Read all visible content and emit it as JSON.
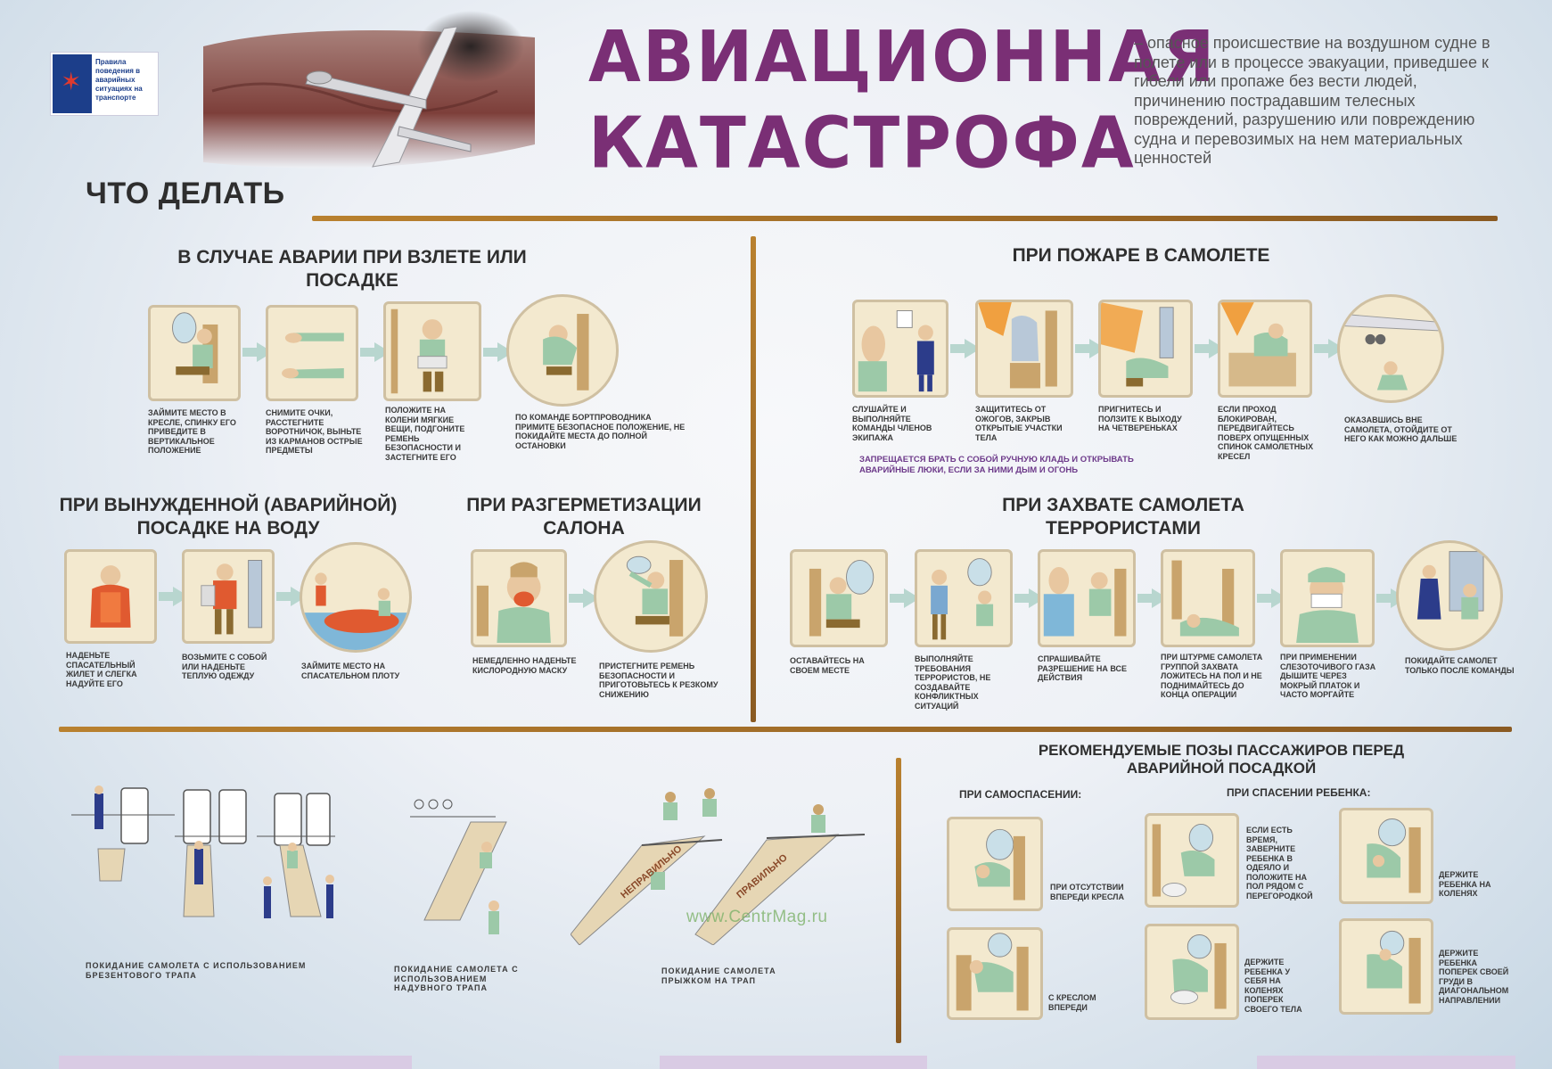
{
  "header": {
    "logo_text": "Правила поведения в аварийных ситуациях на транспорте",
    "title_line1": "АВИАЦИОННАЯ",
    "title_line2": "КАТАСТРОФА",
    "definition": "– опасное происшествие на воздушном судне в полете или в процессе эвакуации, приведшее к гибели или пропаже без вести людей, причинению пострадавшим телесных повреждений, разрушению или повреждению судна и перевозимых на нем материальных ценностей",
    "what_to_do": "ЧТО ДЕЛАТЬ"
  },
  "takeoff_landing": {
    "title": "В СЛУЧАЕ АВАРИИ ПРИ ВЗЛЕТЕ ИЛИ ПОСАДКЕ",
    "steps": [
      "ЗАЙМИТЕ МЕСТО В КРЕСЛЕ, СПИНКУ ЕГО ПРИВЕДИТЕ В ВЕРТИКАЛЬНОЕ ПОЛОЖЕНИЕ",
      "СНИМИТЕ ОЧКИ, РАССТЕГНИТЕ ВОРОТНИЧОК, ВЫНЬТЕ ИЗ КАРМАНОВ ОСТРЫЕ ПРЕДМЕТЫ",
      "ПОЛОЖИТЕ НА КОЛЕНИ МЯГКИЕ ВЕЩИ, ПОДГОНИТЕ РЕМЕНЬ БЕЗОПАСНОСТИ И ЗАСТЕГНИТЕ ЕГО",
      "ПО КОМАНДЕ БОРТПРОВОДНИКА ПРИМИТЕ БЕЗОПАСНОЕ ПОЛОЖЕНИЕ, НЕ ПОКИДАЙТЕ МЕСТА ДО ПОЛНОЙ ОСТАНОВКИ"
    ]
  },
  "fire": {
    "title": "ПРИ ПОЖАРЕ В САМОЛЕТЕ",
    "steps": [
      "СЛУШАЙТЕ И ВЫПОЛНЯЙТЕ КОМАНДЫ ЧЛЕНОВ ЭКИПАЖА",
      "ЗАЩИТИТЕСЬ ОТ ОЖОГОВ, ЗАКРЫВ ОТКРЫТЫЕ УЧАСТКИ ТЕЛА",
      "ПРИГНИТЕСЬ И ПОЛЗИТЕ К ВЫХОДУ НА ЧЕТВЕРЕНЬКАХ",
      "ЕСЛИ ПРОХОД БЛОКИРОВАН, ПЕРЕДВИГАЙТЕСЬ ПОВЕРХ ОПУЩЕННЫХ СПИНОК САМОЛЕТНЫХ КРЕСЕЛ",
      "ОКАЗАВШИСЬ ВНЕ САМОЛЕТА, ОТОЙДИТЕ ОТ НЕГО КАК МОЖНО ДАЛЬШЕ"
    ],
    "warning": "ЗАПРЕЩАЕТСЯ БРАТЬ С СОБОЙ РУЧНУЮ КЛАДЬ И ОТКРЫВАТЬ АВАРИЙНЫЕ ЛЮКИ, ЕСЛИ ЗА НИМИ ДЫМ И ОГОНЬ"
  },
  "water": {
    "title": "ПРИ ВЫНУЖДЕННОЙ (АВАРИЙНОЙ) ПОСАДКЕ НА ВОДУ",
    "steps": [
      "НАДЕНЬТЕ СПАСАТЕЛЬНЫЙ ЖИЛЕТ И СЛЕГКА НАДУЙТЕ ЕГО",
      "ВОЗЬМИТЕ С СОБОЙ ИЛИ НАДЕНЬТЕ ТЕПЛУЮ ОДЕЖДУ",
      "ЗАЙМИТЕ МЕСТО НА СПАСАТЕЛЬНОМ ПЛОТУ"
    ]
  },
  "decompression": {
    "title": "ПРИ РАЗГЕРМЕТИЗАЦИИ САЛОНА",
    "steps": [
      "НЕМЕДЛЕННО НАДЕНЬТЕ КИСЛОРОДНУЮ МАСКУ",
      "ПРИСТЕГНИТЕ РЕМЕНЬ БЕЗОПАСНОСТИ И ПРИГОТОВЬТЕСЬ К РЕЗКОМУ СНИЖЕНИЮ"
    ]
  },
  "hijack": {
    "title": "ПРИ ЗАХВАТЕ САМОЛЕТА ТЕРРОРИСТАМИ",
    "steps": [
      "ОСТАВАЙТЕСЬ НА СВОЕМ МЕСТЕ",
      "ВЫПОЛНЯЙТЕ ТРЕБОВАНИЯ ТЕРРОРИСТОВ, НЕ СОЗДАВАЙТЕ КОНФЛИКТНЫХ СИТУАЦИЙ",
      "СПРАШИВАЙТЕ РАЗРЕШЕНИЕ НА ВСЕ ДЕЙСТВИЯ",
      "ПРИ ШТУРМЕ САМОЛЕТА ГРУППОЙ ЗАХВАТА ЛОЖИТЕСЬ НА ПОЛ И НЕ ПОДНИМАЙТЕСЬ ДО КОНЦА ОПЕРАЦИИ",
      "ПРИ ПРИМЕНЕНИИ СЛЕЗОТОЧИВОГО ГАЗА ДЫШИТЕ ЧЕРЕЗ МОКРЫЙ ПЛАТОК И ЧАСТО МОРГАЙТЕ",
      "ПОКИДАЙТЕ САМОЛЕТ ТОЛЬКО ПОСЛЕ КОМАНДЫ"
    ]
  },
  "evacuation": {
    "captions": [
      "ПОКИДАНИЕ САМОЛЕТА С ИСПОЛЬЗОВАНИЕМ БРЕЗЕНТОВОГО ТРАПА",
      "ПОКИДАНИЕ САМОЛЕТА С ИСПОЛЬЗОВАНИЕМ НАДУВНОГО ТРАПА",
      "ПОКИДАНИЕ САМОЛЕТА ПРЫЖКОМ НА ТРАП"
    ],
    "slide_word_wrong": "НЕПРАВИЛЬНО",
    "slide_word_right": "ПРАВИЛЬНО"
  },
  "positions": {
    "title": "РЕКОМЕНДУЕМЫЕ ПОЗЫ ПАССАЖИРОВ ПЕРЕД АВАРИЙНОЙ ПОСАДКОЙ",
    "self_rescue_label": "ПРИ САМОСПАСЕНИИ:",
    "child_rescue_label": "ПРИ СПАСЕНИИ РЕБЕНКА:",
    "self": [
      "ПРИ ОТСУТСТВИИ ВПЕРЕДИ КРЕСЛА",
      "С КРЕСЛОМ ВПЕРЕДИ"
    ],
    "child": [
      "ЕСЛИ ЕСТЬ ВРЕМЯ, ЗАВЕРНИТЕ РЕБЕНКА В ОДЕЯЛО И ПОЛОЖИТЕ НА ПОЛ РЯДОМ С ПЕРЕГОРОДКОЙ",
      "ДЕРЖИТЕ РЕБЕНКА НА КОЛЕНЯХ",
      "ДЕРЖИТЕ РЕБЕНКА У СЕБЯ НА КОЛЕНЯХ ПОПЕРЕК СВОЕГО ТЕЛА",
      "ДЕРЖИТЕ РЕБЕНКА ПОПЕРЕК СВОЕЙ ГРУДИ В ДИАГОНАЛЬНОМ НАПРАВЛЕНИИ"
    ]
  },
  "watermark": "www.CentrMag.ru",
  "colors": {
    "title": "#7a2f75",
    "divider": "#b9812f",
    "panel_bg": "#f3e9cf",
    "arrow": "#b8d6cf",
    "warning": "#6d3a8a"
  }
}
